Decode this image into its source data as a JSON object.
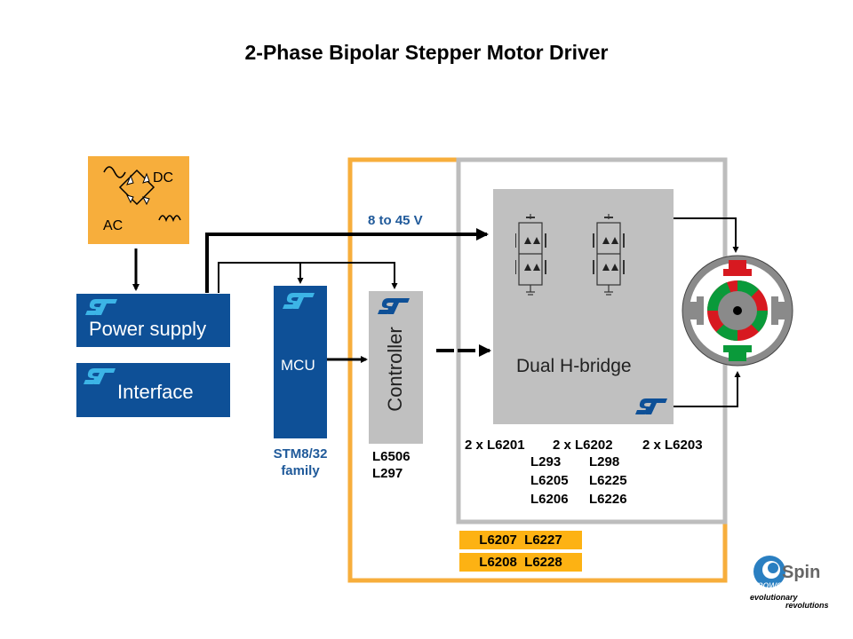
{
  "title": "2-Phase Bipolar Stepper Motor Driver",
  "rectifier": {
    "ac_label": "AC",
    "dc_label": "DC"
  },
  "power_supply": {
    "label": "Power supply"
  },
  "interface": {
    "label": "Interface"
  },
  "mcu": {
    "label": "MCU",
    "caption_line1": "STM8/32",
    "caption_line2": "family"
  },
  "controller": {
    "label": "Controller",
    "parts": [
      "L6506",
      "L297"
    ]
  },
  "voltage_label": "8 to 45 V",
  "hbridge": {
    "label": "Dual H-bridge"
  },
  "hbridge_parts": {
    "row1": [
      "2 x L6201",
      "2 x L6202",
      "2 x L6203"
    ],
    "col1": [
      "L293",
      "L6205",
      "L6206"
    ],
    "col2": [
      "L298",
      "L6225",
      "L6226"
    ]
  },
  "integrated_parts": [
    [
      "L6207",
      "L6227"
    ],
    [
      "L6208",
      "L6228"
    ]
  ],
  "logo": {
    "brand": "Spin",
    "sub": "power",
    "tagline1": "evolutionary",
    "tagline2": "revolutions"
  },
  "colors": {
    "st_blue": "#0e5097",
    "st_light_blue": "#3cb4e6",
    "orange": "#fdb213",
    "gray": "#c0c0c0",
    "motor_red": "#d71920",
    "motor_green": "#0a9a3a"
  }
}
